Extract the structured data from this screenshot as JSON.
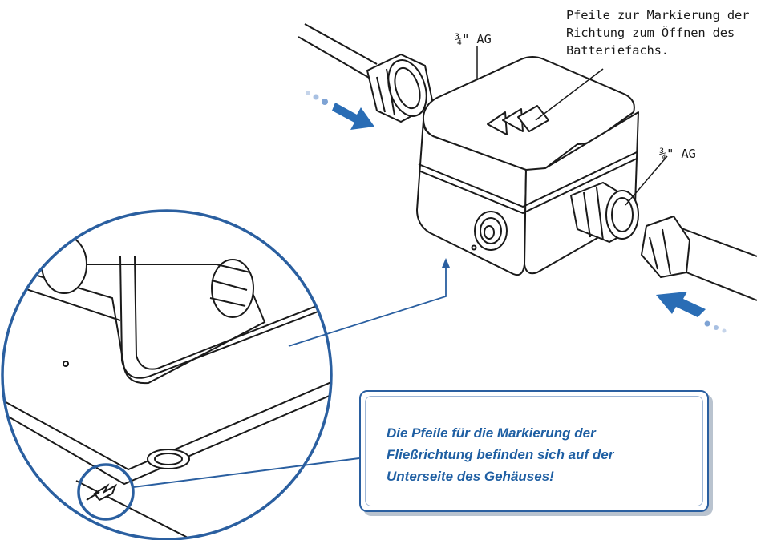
{
  "labels": {
    "battery_arrows": [
      "Pfeile zur Markierung der",
      "Richtung zum Öffnen des",
      "Batteriefachs."
    ],
    "thread_top": "¾\" AG",
    "thread_right": "¾\" AG"
  },
  "callout": {
    "lines": [
      "Die Pfeile für die Markierung der",
      "Fließrichtung befinden sich auf der",
      "Unterseite des Gehäuses!"
    ]
  },
  "colors": {
    "accent_blue": "#1f5fa3",
    "line": "#1a1a1a",
    "arrow_blue": "#2a6db5"
  }
}
